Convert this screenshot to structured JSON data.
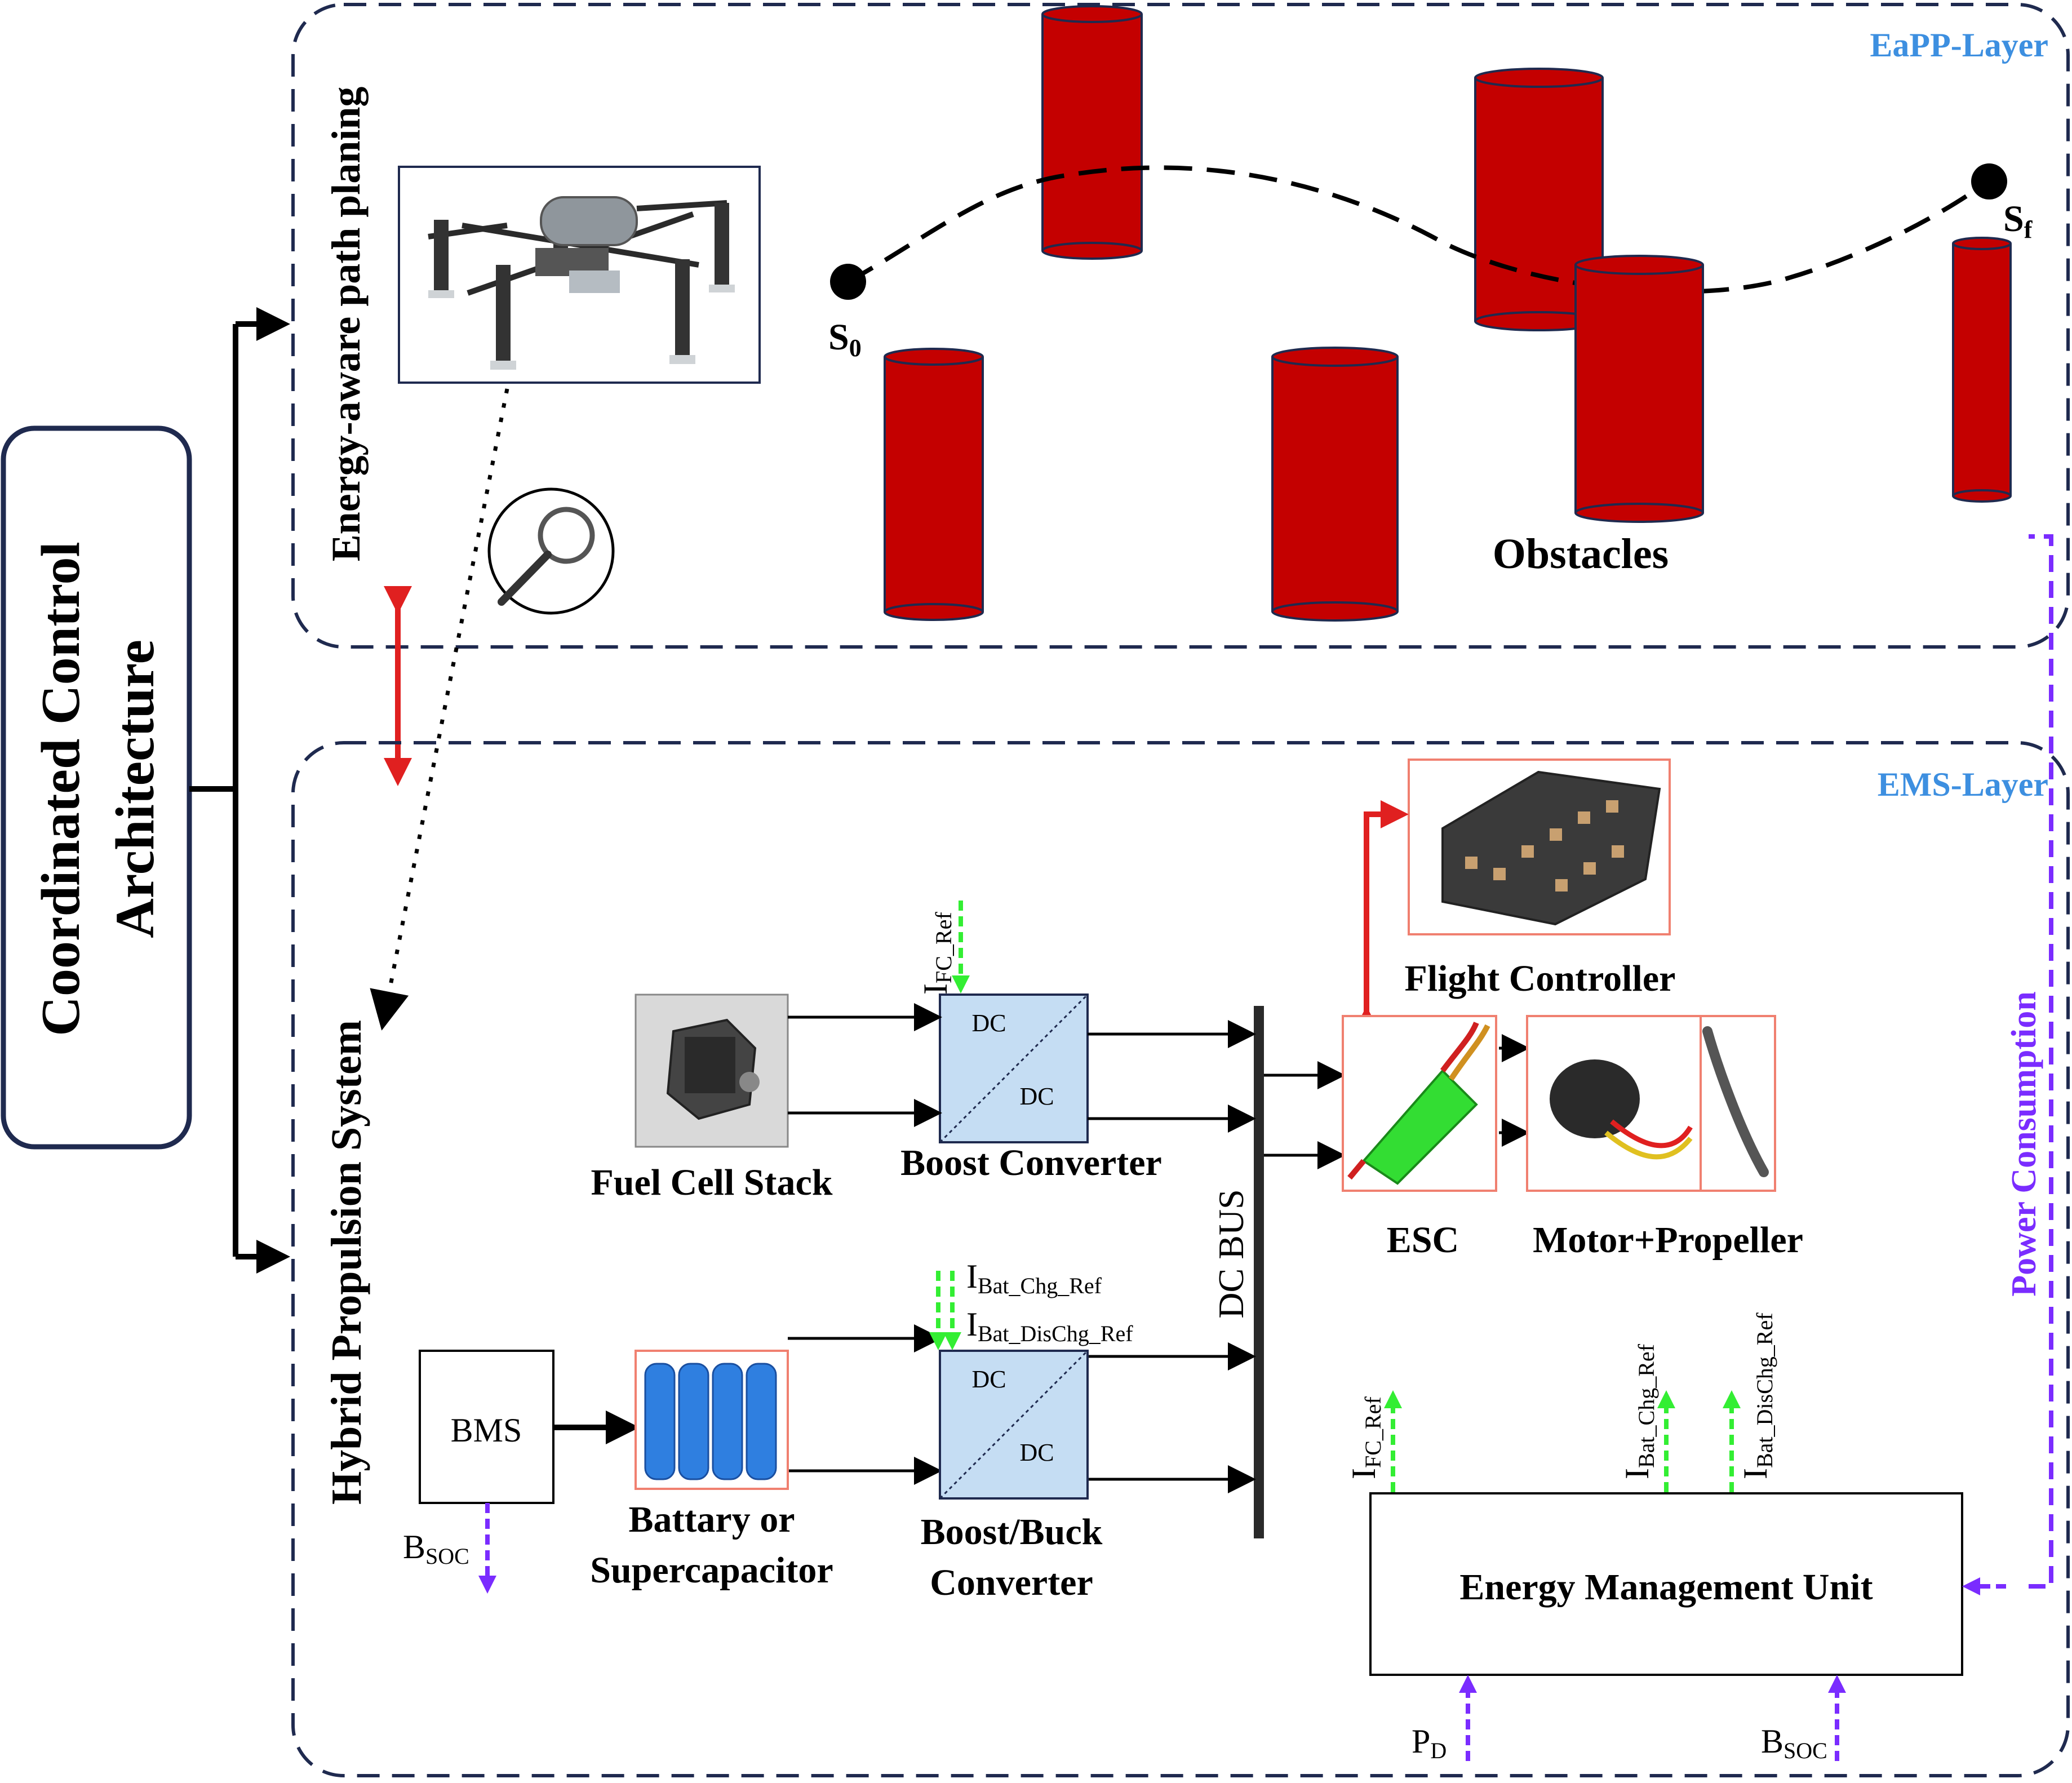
{
  "main_title": {
    "line1": "Coordinated Control",
    "line2": "Architecture"
  },
  "layers": {
    "eapp": {
      "label": "EaPP-Layer",
      "side_label": "Energy-aware path planing",
      "obstacles_label": "Obstacles",
      "start_label": "S",
      "start_sub": "0",
      "end_label": "S",
      "end_sub": "f"
    },
    "ems": {
      "label": "EMS-Layer",
      "side_label": "Hybrid Propulsion System"
    }
  },
  "blocks": {
    "fuel_cell": "Fuel Cell Stack",
    "boost_converter": "Boost Converter",
    "dc_top": "DC",
    "dc_bottom": "DC",
    "dc_bus": "DC BUS",
    "flight_controller": "Flight Controller",
    "esc": "ESC",
    "motor_propeller": "Motor+Propeller",
    "bms": "BMS",
    "battery_line1": "Battary or",
    "battery_line2": "Supercapacitor",
    "boost_buck_line1": "Boost/Buck",
    "boost_buck_line2": "Converter",
    "emu": "Energy Management Unit"
  },
  "signals": {
    "i": "I",
    "fc_ref_sub": "FC_Ref",
    "bat_chg_ref_sub": "Bat_Chg_Ref",
    "bat_dischg_ref_sub": "Bat_DisChg_Ref",
    "b": "B",
    "soc_sub": "SOC",
    "p": "P",
    "d_sub": "D",
    "power_consumption": "Power Consumption"
  },
  "colors": {
    "layer_border": "#1f2a4f",
    "layer_label": "#3d8fe0",
    "obstacle": "#c40000",
    "red_arrow": "#e02020",
    "green_arrow": "#33ee33",
    "purple_arrow": "#7a2cff",
    "converter_fill": "#c5ddf3",
    "image_border": "#f08070"
  }
}
